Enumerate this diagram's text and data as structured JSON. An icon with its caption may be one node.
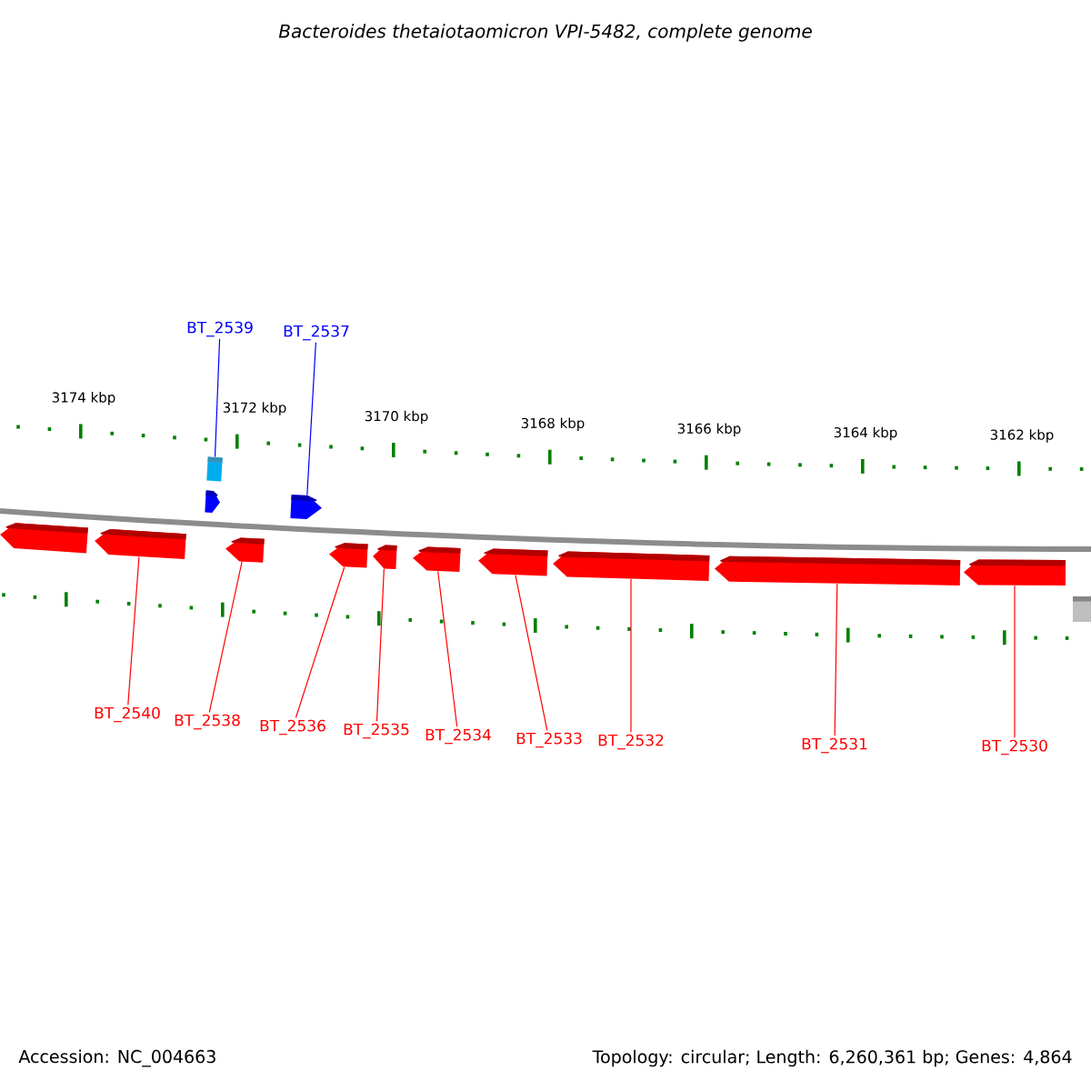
{
  "diagram": {
    "title": "Bacteroides thetaiotaomicron VPI-5482, complete genome",
    "nodes": [
      {
        "text": [],
        "shape": "arrow"
      },
      {
        "text": [],
        "shape": "arrow"
      },
      {
        "text": [],
        "shape": "arrow"
      },
      {
        "text": [],
        "shape": "arrow"
      },
      {
        "text": [],
        "shape": "arrow"
      },
      {
        "text": [],
        "shape": "arrow"
      },
      {
        "text": [],
        "shape": "arrow"
      },
      {
        "text": [],
        "shape": "arrow"
      },
      {
        "text": [],
        "shape": "arrow"
      },
      {
        "text": [],
        "shape": "arrow"
      },
      {
        "text": [],
        "shape": "box"
      },
      {
        "text": [],
        "shape": "box"
      },
      {
        "text": [],
        "shape": "arrow"
      },
      {
        "text": [],
        "shape": "arrow"
      },
      {
        "text": [
          "BT_2539"
        ]
      },
      {
        "text": [
          "BT_2537"
        ]
      },
      {
        "text": [
          "BT_2540"
        ]
      },
      {
        "text": [
          "BT_2538"
        ]
      },
      {
        "text": [
          "BT_2536"
        ]
      },
      {
        "text": [
          "BT_2535"
        ]
      },
      {
        "text": [
          "BT_2534"
        ]
      },
      {
        "text": [
          "BT_2533"
        ]
      },
      {
        "text": [
          "BT_2532"
        ]
      },
      {
        "text": [
          "BT_2531"
        ]
      },
      {
        "text": [
          "BT_2530"
        ]
      }
    ],
    "edges": [
      {
        "from": 14,
        "to": 11,
        "arrow": "none",
        "color": "#0000ff"
      },
      {
        "from": 15,
        "to": 13,
        "arrow": "none",
        "color": "#0000ff"
      },
      {
        "from": 16,
        "to": 1,
        "arrow": "none"
      },
      {
        "from": 17,
        "to": 2,
        "arrow": "none"
      },
      {
        "from": 18,
        "to": 3,
        "arrow": "none"
      },
      {
        "from": 19,
        "to": 4,
        "arrow": "none"
      },
      {
        "from": 20,
        "to": 5,
        "arrow": "none"
      },
      {
        "from": 21,
        "to": 6,
        "arrow": "none"
      },
      {
        "from": 22,
        "to": 7,
        "arrow": "none"
      },
      {
        "from": 23,
        "to": 8,
        "arrow": "none"
      },
      {
        "from": 24,
        "to": 9,
        "arrow": "none"
      }
    ],
    "labels": [
      "3174 kbp",
      "3172 kbp",
      "3170 kbp",
      "3168 kbp",
      "3166 kbp",
      "3164 kbp",
      "3162 kbp",
      "Accession: NC_004663",
      "Topology: circular; Length: 6,260,361 bp; Genes: 4,864"
    ]
  }
}
